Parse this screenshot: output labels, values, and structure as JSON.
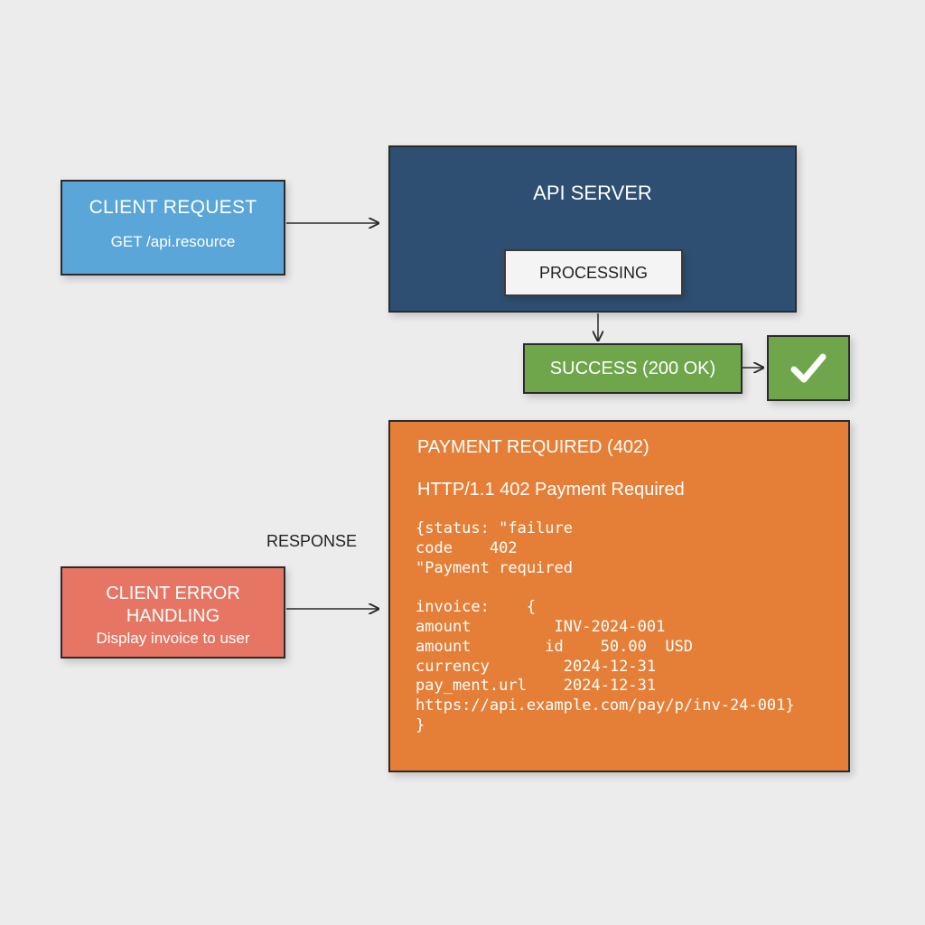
{
  "client_request": {
    "title": "CLIENT REQUEST",
    "subtitle": "GET /api.resource"
  },
  "api_server": {
    "title": "API SERVER",
    "processing": "PROCESSING"
  },
  "success": {
    "label": "SUCCESS (200 OK)",
    "icon": "check-icon"
  },
  "payment_required": {
    "title": "PAYMENT REQUIRED (402)",
    "status_line": "HTTP/1.1 402 Payment Required",
    "body_lines": [
      "{status: \"failure",
      "code    402",
      "\"Payment required",
      "",
      "invoice:    {",
      "amount         INV-2024-001",
      "amount        id    50.00  USD",
      "currency        2024-12-31",
      "pay_ment.url    2024-12-31",
      "https://api.example.com/pay/p/inv-24-001}",
      "}"
    ]
  },
  "response_label": "RESPONSE",
  "client_error": {
    "title": "CLIENT ERROR HANDLING",
    "subtitle": "Display invoice to user"
  },
  "colors": {
    "background": "#ececec",
    "client_request": "#5aa6d8",
    "api_server": "#2f4f72",
    "success": "#6fa64c",
    "payment_required": "#e57f38",
    "client_error": "#e67663"
  }
}
